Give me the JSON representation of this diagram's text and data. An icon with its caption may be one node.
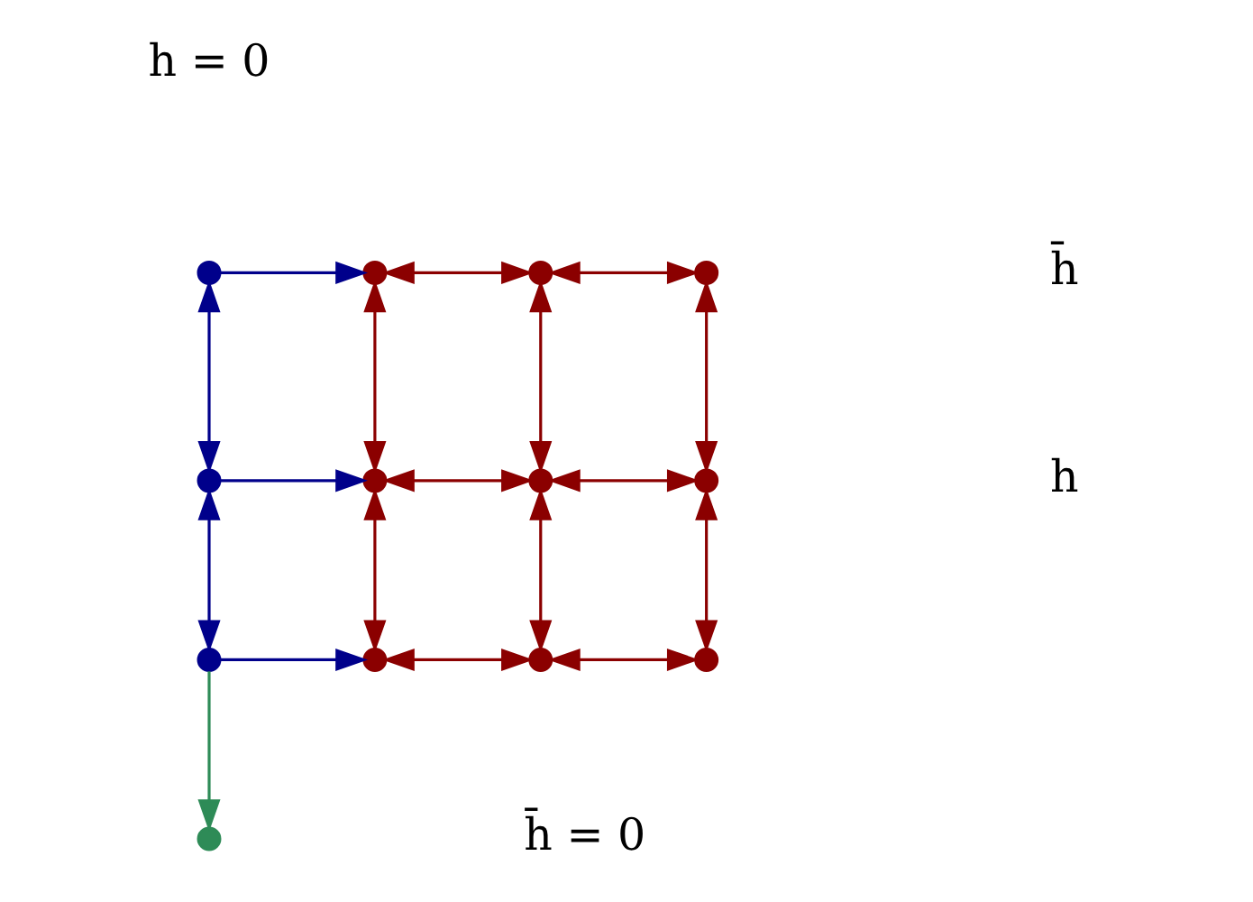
{
  "diagram": {
    "nodes": [
      {
        "text": [],
        "shape": "circle"
      },
      {
        "text": [],
        "shape": "circle"
      },
      {
        "text": [],
        "shape": "circle"
      },
      {
        "text": [],
        "shape": "circle"
      },
      {
        "text": [],
        "shape": "circle"
      },
      {
        "text": [],
        "shape": "circle"
      },
      {
        "text": [],
        "shape": "circle"
      },
      {
        "text": [],
        "shape": "circle"
      },
      {
        "text": [],
        "shape": "circle"
      },
      {
        "text": [],
        "shape": "circle"
      },
      {
        "text": [],
        "shape": "circle"
      },
      {
        "text": [],
        "shape": "circle"
      },
      {
        "text": [],
        "shape": "circle"
      }
    ],
    "edges": [
      {
        "from": 0,
        "to": 1,
        "arrow": "to",
        "color": "#00008b"
      },
      {
        "from": 1,
        "to": 2,
        "arrow": "both"
      },
      {
        "from": 2,
        "to": 3,
        "arrow": "both"
      },
      {
        "from": 0,
        "to": 4,
        "arrow": "both",
        "color": "#00008b"
      },
      {
        "from": 1,
        "to": 5,
        "arrow": "both"
      },
      {
        "from": 2,
        "to": 6,
        "arrow": "both"
      },
      {
        "from": 3,
        "to": 7,
        "arrow": "both"
      },
      {
        "from": 4,
        "to": 5,
        "arrow": "to",
        "color": "#00008b"
      },
      {
        "from": 5,
        "to": 6,
        "arrow": "both"
      },
      {
        "from": 6,
        "to": 7,
        "arrow": "both"
      },
      {
        "from": 4,
        "to": 8,
        "arrow": "both",
        "color": "#00008b"
      },
      {
        "from": 5,
        "to": 9,
        "arrow": "both"
      },
      {
        "from": 6,
        "to": 10,
        "arrow": "both"
      },
      {
        "from": 7,
        "to": 11,
        "arrow": "both"
      },
      {
        "from": 8,
        "to": 9,
        "arrow": "to",
        "color": "#00008b"
      },
      {
        "from": 9,
        "to": 10,
        "arrow": "both"
      },
      {
        "from": 10,
        "to": 11,
        "arrow": "both"
      },
      {
        "from": 8,
        "to": 12,
        "arrow": "to",
        "color": "#2e8b57"
      }
    ],
    "labels": [
      "h = 0",
      "h̄",
      "h",
      "h̄ = 0"
    ]
  }
}
